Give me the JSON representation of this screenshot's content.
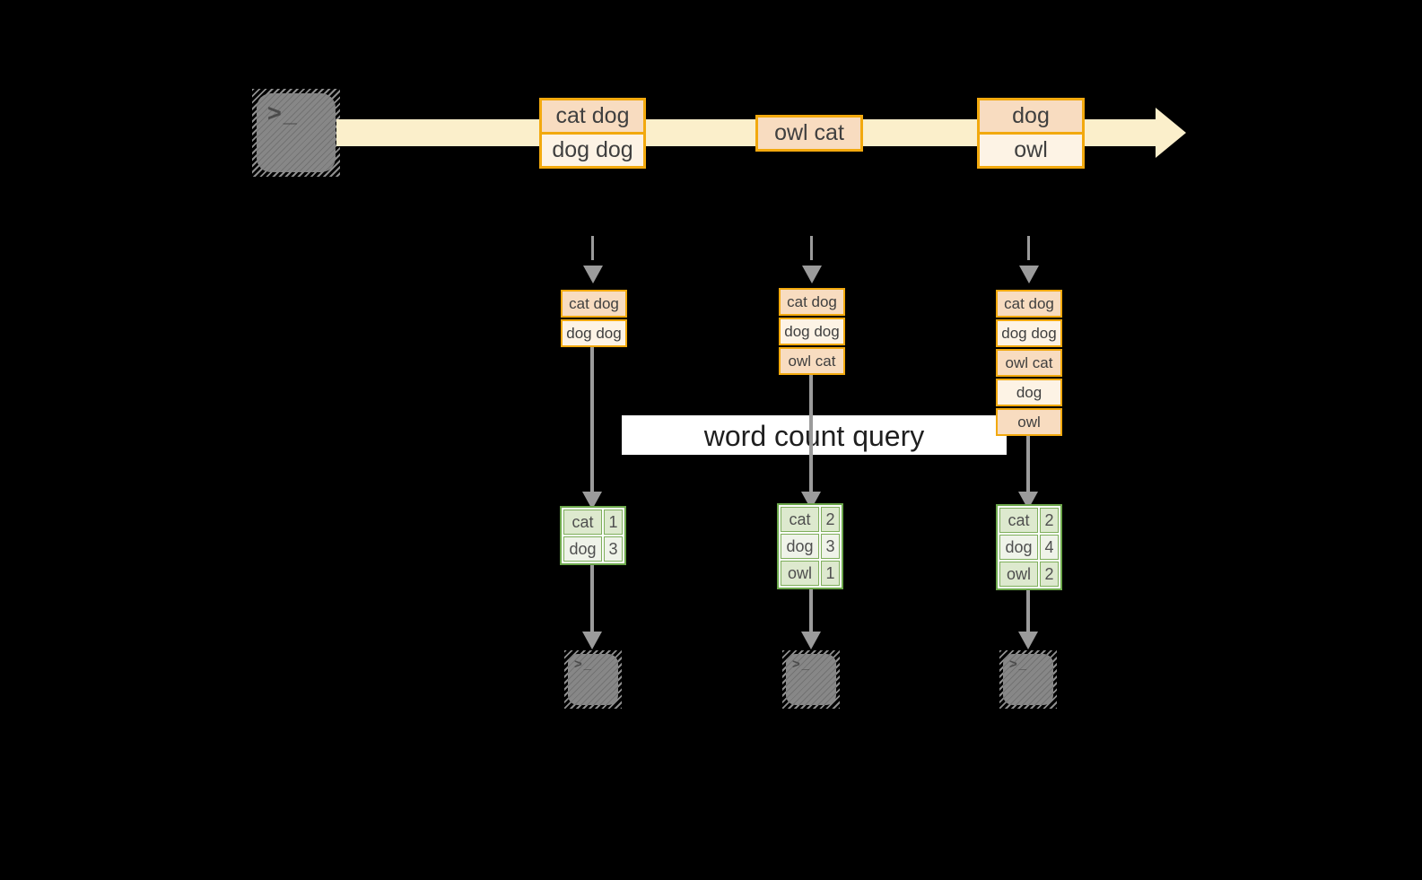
{
  "colors": {
    "background": "#000000",
    "stream_band": "#FBEFCB",
    "event_border": "#F2A90E",
    "event_cell_peach": "#F8DCC0",
    "event_cell_cream": "#FDF3E5",
    "table_border": "#6CA74B",
    "table_cell_dark": "#DDE9CE",
    "table_cell_light": "#EFF3E9",
    "arrow_gray": "#9B9B9B",
    "banner_bg": "#FFFFFF"
  },
  "stream": {
    "source_glyph": ">_",
    "events": [
      {
        "rows": [
          "cat dog",
          "dog dog"
        ]
      },
      {
        "rows": [
          "owl cat"
        ]
      },
      {
        "rows": [
          "dog",
          "owl"
        ]
      }
    ]
  },
  "query": {
    "label": "word count query"
  },
  "micro_batches": [
    {
      "rows": [
        "cat dog",
        "dog dog"
      ]
    },
    {
      "rows": [
        "cat dog",
        "dog dog",
        "owl cat"
      ]
    },
    {
      "rows": [
        "cat dog",
        "dog dog",
        "owl cat",
        "dog",
        "owl"
      ]
    }
  ],
  "result_tables": [
    {
      "rows": [
        [
          "cat",
          "1"
        ],
        [
          "dog",
          "3"
        ]
      ]
    },
    {
      "rows": [
        [
          "cat",
          "2"
        ],
        [
          "dog",
          "3"
        ],
        [
          "owl",
          "1"
        ]
      ]
    },
    {
      "rows": [
        [
          "cat",
          "2"
        ],
        [
          "dog",
          "4"
        ],
        [
          "owl",
          "2"
        ]
      ]
    }
  ],
  "sink_glyph": ">_"
}
